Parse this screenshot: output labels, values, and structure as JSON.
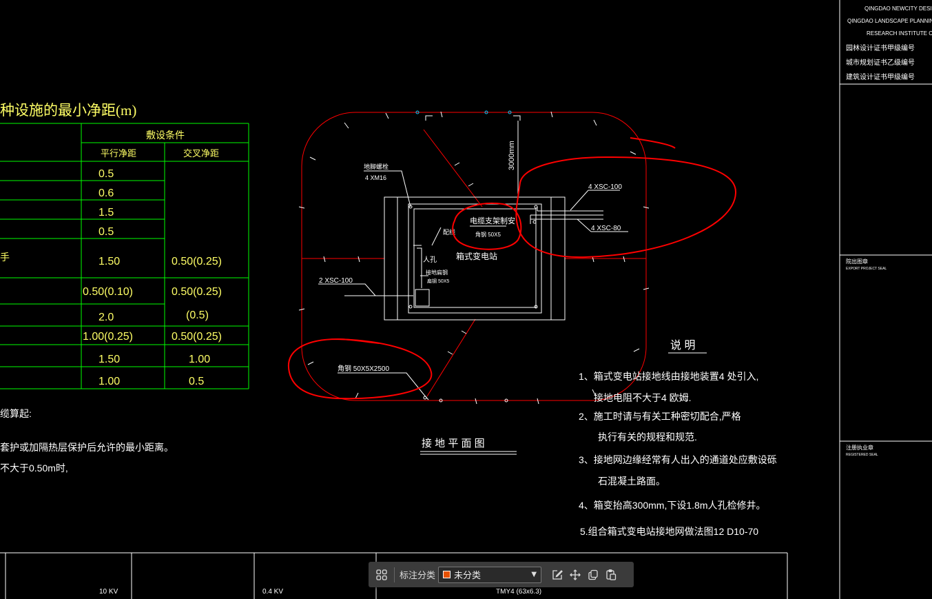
{
  "colors": {
    "accent": "#e65100",
    "grid": "#00ff00",
    "yellow": "#ffff66",
    "markup": "#ff0000"
  },
  "table": {
    "title": "种设施的最小净距(m)",
    "header_main": "敷设条件",
    "col_parallel": "平行净距",
    "col_cross": "交叉净距",
    "row_suffix": "手",
    "rows": [
      {
        "parallel": "0.5",
        "cross": ""
      },
      {
        "parallel": "0.6",
        "cross": ""
      },
      {
        "parallel": "1.5",
        "cross": ""
      },
      {
        "parallel": "0.5",
        "cross": ""
      },
      {
        "parallel": "1.50",
        "cross": "0.50(0.25)"
      },
      {
        "parallel": "0.50(0.10)",
        "cross": "0.50(0.25)"
      },
      {
        "parallel": "2.0",
        "cross": "(0.5)"
      },
      {
        "parallel": "1.00(0.25)",
        "cross": "0.50(0.25)"
      },
      {
        "parallel": "1.50",
        "cross": "1.00"
      },
      {
        "parallel": "1.00",
        "cross": "0.5"
      }
    ]
  },
  "table_notes": [
    "缆算起:",
    "套护或加隔热层保护后允许的最小距离。",
    "不大于0.50m时,"
  ],
  "plan": {
    "dim_3000": "3000mm",
    "anchor_label": "地脚螺栓",
    "anchor_spec": "4 XM16",
    "cable_support": "电缆支架制安",
    "cable_support_spec": "角钢 50X5",
    "conduit_top": "4 XSC-100",
    "conduit_mid": "4 XSC-80",
    "conduit_left": "2 XSC-100",
    "ground_wire": "配线",
    "manhole": "人孔",
    "box_station": "箱式变电站",
    "ground_bar": "接地扁钢",
    "ground_bar_spec": "扁钢 50X5",
    "angle_steel": "角钢  50X5X2500",
    "plan_title": "接 地 平 面 图"
  },
  "notes": {
    "title": "说 明",
    "items": [
      "1、箱式变电站接地线由接地装置4 处引入,",
      "接地电阻不大于4 欧姆.",
      "2、施工时请与有关工种密切配合,严格",
      "执行有关的规程和规范.",
      "3、接地网边缘经常有人出入的通道处应敷设砾",
      "石混凝土路面。",
      "4、箱变抬高300mm,下设1.8m人孔检修井。",
      "5.组合箱式变电站接地网做法图12 D10-70"
    ]
  },
  "title_block": {
    "company_en_1": "QINGDAO NEWCITY DESIGN C",
    "company_en_2": "QINGDAO LANDSCAPE PLANNING&D",
    "company_en_3": "RESEARCH INSTITUTE  CO.,",
    "cert_1": "园林设计证书甲级编号",
    "cert_2": "城市规划证书乙级编号",
    "cert_3": "建筑设计证书甲级编号",
    "seal_1": "院出图章",
    "seal_1_en": "EXPORT PROJECT SEAL",
    "seal_2": "注册执业章",
    "seal_2_en": "REGISTERED SEAL"
  },
  "bottom_table": {
    "cell_1": "10 KV",
    "cell_2": "0.4 KV",
    "cell_3": "TMY4 (63x6.3)"
  },
  "toolbar": {
    "label": "标注分类",
    "selected": "未分类",
    "swatch_color": "#e65100"
  }
}
